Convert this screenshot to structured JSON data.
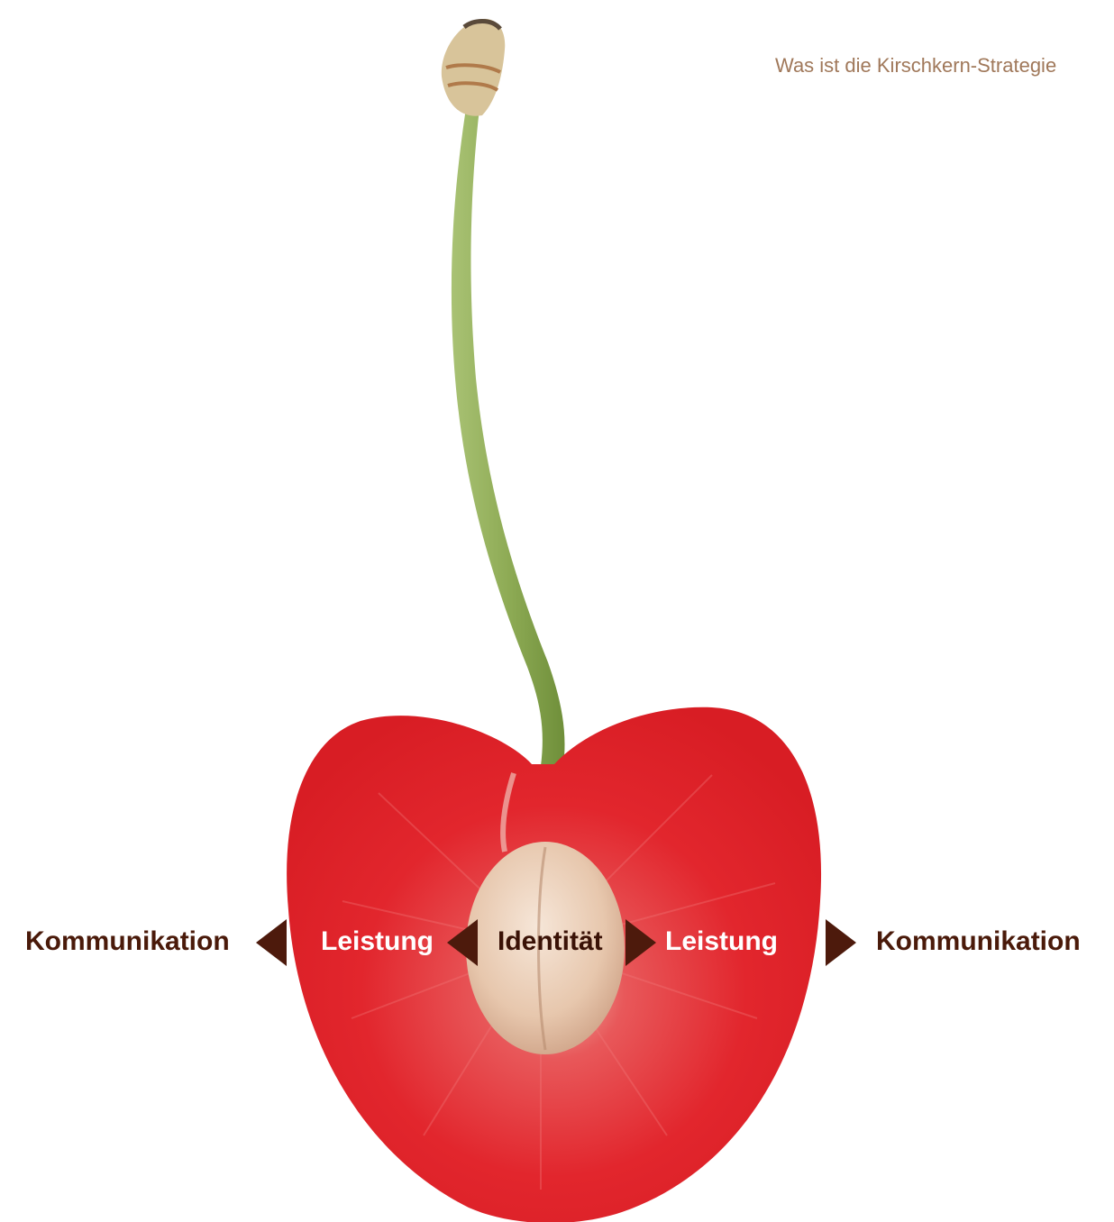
{
  "header": {
    "title": "Was ist die Kirschkern-Strategie"
  },
  "diagram": {
    "outer_left": "Kommunikation",
    "middle_left": "Leistung",
    "core": "Identität",
    "middle_right": "Leistung",
    "outer_right": "Kommunikation"
  },
  "colors": {
    "header_text": "#a0785a",
    "outer_label": "#4a1a0a",
    "arrow": "#4d1a0c",
    "cherry_flesh": "#e0262c",
    "stem": "#8fae55",
    "pit": "#e9cdb4"
  },
  "icons": {
    "left_arrows": "triangle-left-icon",
    "right_arrows": "triangle-right-icon",
    "image": "cherry-halved-image"
  }
}
